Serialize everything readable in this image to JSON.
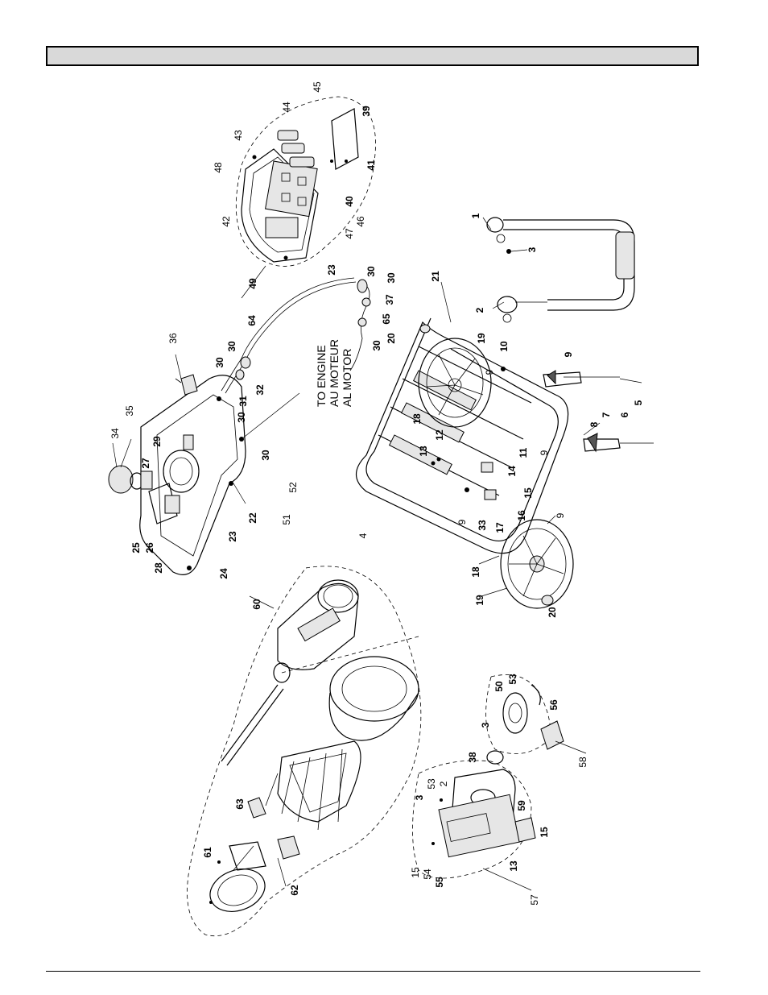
{
  "header": {
    "text": ""
  },
  "engine_note": {
    "line1": "TO ENGINE",
    "line2": "AU MOTEUR",
    "line3": "AL MOTOR"
  },
  "callouts": [
    {
      "label": "1",
      "bold": true
    },
    {
      "label": "2",
      "bold": true
    },
    {
      "label": "3",
      "bold": true
    },
    {
      "label": "4",
      "bold": false
    },
    {
      "label": "5",
      "bold": true
    },
    {
      "label": "6",
      "bold": true
    },
    {
      "label": "7",
      "bold": true
    },
    {
      "label": "8",
      "bold": true
    },
    {
      "label": "9",
      "bold": true
    },
    {
      "label": "10",
      "bold": true
    },
    {
      "label": "9",
      "bold": false
    },
    {
      "label": "19",
      "bold": true
    },
    {
      "label": "20",
      "bold": true
    },
    {
      "label": "21",
      "bold": true
    },
    {
      "label": "18",
      "bold": true
    },
    {
      "label": "12",
      "bold": true
    },
    {
      "label": "13",
      "bold": true
    },
    {
      "label": "11",
      "bold": true
    },
    {
      "label": "9",
      "bold": false
    },
    {
      "label": "14",
      "bold": true
    },
    {
      "label": "15",
      "bold": true
    },
    {
      "label": "9",
      "bold": false
    },
    {
      "label": "16",
      "bold": true
    },
    {
      "label": "17",
      "bold": true
    },
    {
      "label": "33",
      "bold": true
    },
    {
      "label": "9",
      "bold": false
    },
    {
      "label": "18",
      "bold": true
    },
    {
      "label": "19",
      "bold": true
    },
    {
      "label": "20",
      "bold": true
    },
    {
      "label": "36",
      "bold": false
    },
    {
      "label": "35",
      "bold": false
    },
    {
      "label": "34",
      "bold": false
    },
    {
      "label": "29",
      "bold": true
    },
    {
      "label": "27",
      "bold": true
    },
    {
      "label": "25",
      "bold": true
    },
    {
      "label": "26",
      "bold": true
    },
    {
      "label": "28",
      "bold": true
    },
    {
      "label": "24",
      "bold": true
    },
    {
      "label": "23",
      "bold": true
    },
    {
      "label": "22",
      "bold": true
    },
    {
      "label": "51",
      "bold": false
    },
    {
      "label": "52",
      "bold": false
    },
    {
      "label": "30",
      "bold": true
    },
    {
      "label": "30",
      "bold": true
    },
    {
      "label": "31",
      "bold": true
    },
    {
      "label": "32",
      "bold": true
    },
    {
      "label": "30",
      "bold": true
    },
    {
      "label": "64",
      "bold": true
    },
    {
      "label": "30",
      "bold": true
    },
    {
      "label": "65",
      "bold": true
    },
    {
      "label": "30",
      "bold": true
    },
    {
      "label": "37",
      "bold": true
    },
    {
      "label": "30",
      "bold": true
    },
    {
      "label": "30",
      "bold": true
    },
    {
      "label": "48",
      "bold": false
    },
    {
      "label": "43",
      "bold": false
    },
    {
      "label": "44",
      "bold": false
    },
    {
      "label": "45",
      "bold": false
    },
    {
      "label": "39",
      "bold": true
    },
    {
      "label": "41",
      "bold": true
    },
    {
      "label": "40",
      "bold": true
    },
    {
      "label": "46",
      "bold": false
    },
    {
      "label": "47",
      "bold": false
    },
    {
      "label": "42",
      "bold": false
    },
    {
      "label": "23",
      "bold": true
    },
    {
      "label": "49",
      "bold": true
    },
    {
      "label": "60",
      "bold": true
    },
    {
      "label": "61",
      "bold": true
    },
    {
      "label": "62",
      "bold": true
    },
    {
      "label": "63",
      "bold": true
    },
    {
      "label": "50",
      "bold": true
    },
    {
      "label": "53",
      "bold": true
    },
    {
      "label": "56",
      "bold": true
    },
    {
      "label": "3",
      "bold": true
    },
    {
      "label": "58",
      "bold": false
    },
    {
      "label": "38",
      "bold": true
    },
    {
      "label": "53",
      "bold": false
    },
    {
      "label": "2",
      "bold": false
    },
    {
      "label": "3",
      "bold": true
    },
    {
      "label": "59",
      "bold": true
    },
    {
      "label": "15",
      "bold": true
    },
    {
      "label": "13",
      "bold": true
    },
    {
      "label": "15",
      "bold": false
    },
    {
      "label": "54",
      "bold": false
    },
    {
      "label": "55",
      "bold": true
    },
    {
      "label": "57",
      "bold": false
    }
  ]
}
